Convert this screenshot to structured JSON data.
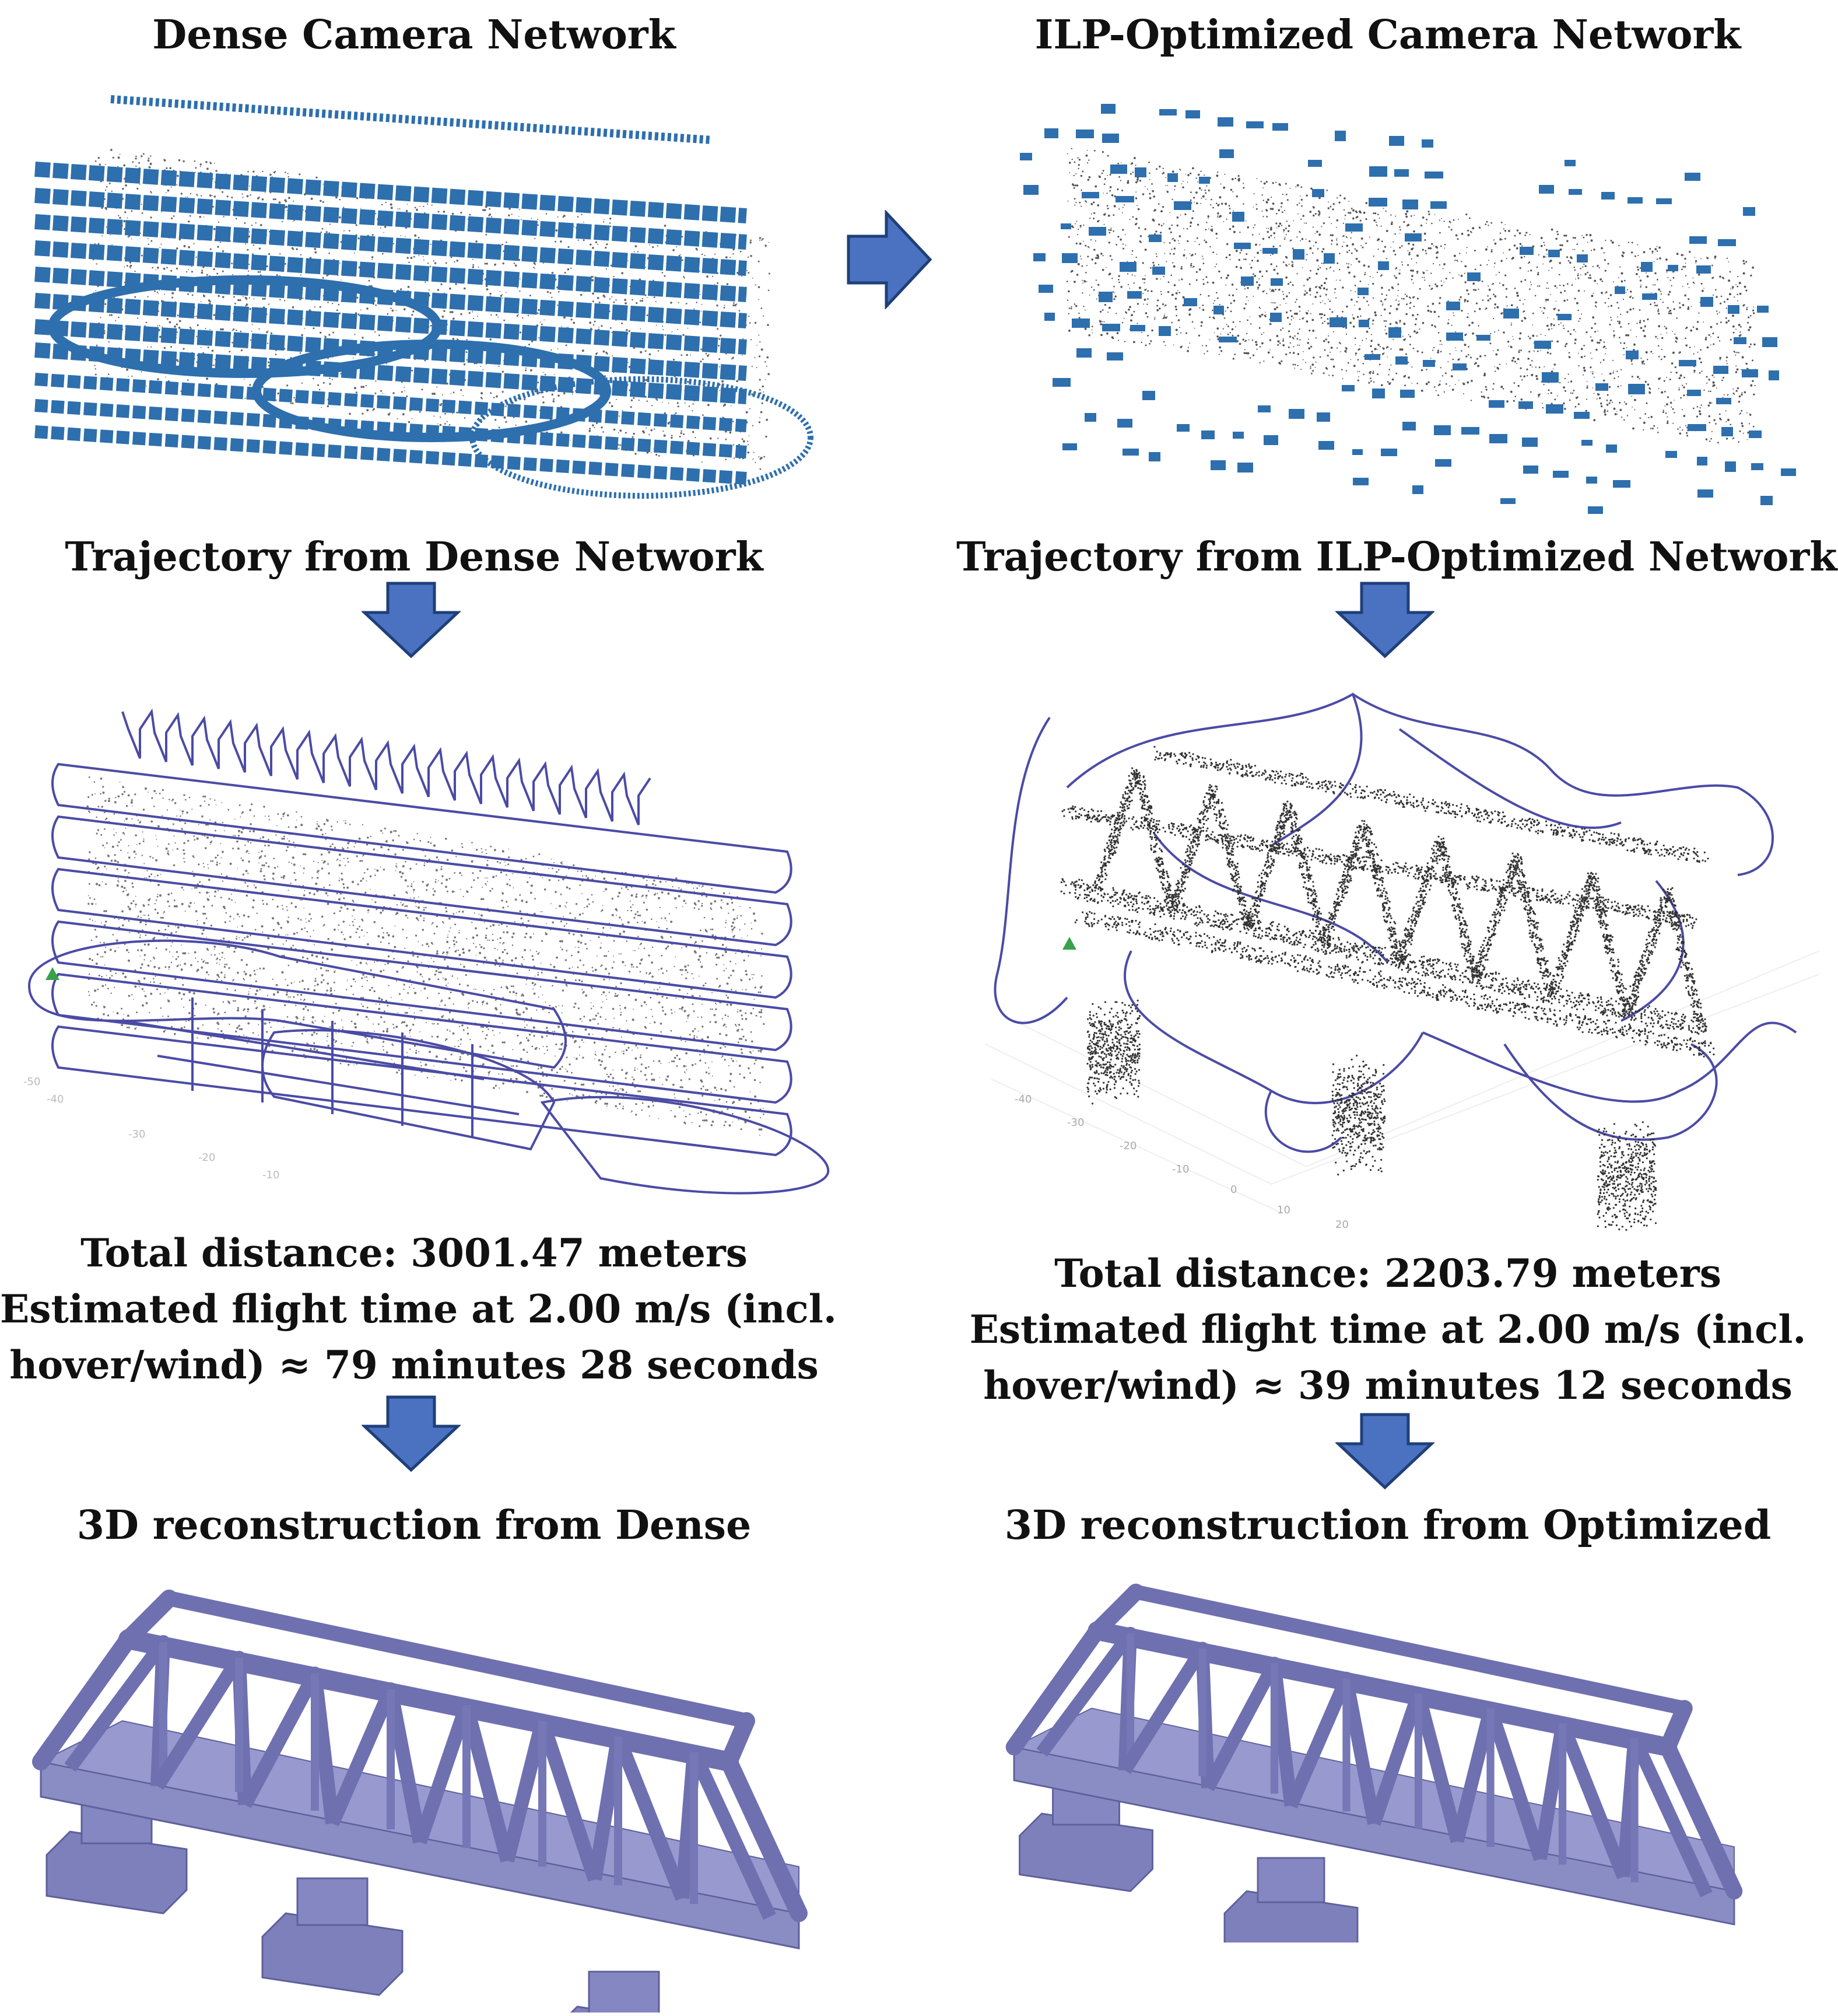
{
  "colors": {
    "camera_blue": "#2e6fae",
    "arrow_fill": "#4a72c0",
    "arrow_stroke": "#1f3f7a",
    "trajectory": "#4b4ba6",
    "bridge_mesh": "#8a8cc4",
    "point_cloud": "#555555"
  },
  "left": {
    "camera_title": "Dense Camera Network",
    "trajectory_title": "Trajectory from Dense Network",
    "stats": {
      "line1": "Total distance: 3001.47 meters",
      "line2": "Estimated flight time at 2.00 m/s (incl.",
      "line3": "hover/wind) ≈ 79 minutes 28 seconds"
    },
    "recon_title": "3D reconstruction from Dense",
    "axis_ticks": [
      "-50",
      "-40",
      "-30",
      "-20",
      "-10"
    ]
  },
  "right": {
    "camera_title": "ILP-Optimized Camera Network",
    "trajectory_title": "Trajectory from ILP-Optimized Network",
    "stats": {
      "line1": "Total distance: 2203.79 meters",
      "line2": "Estimated flight time at 2.00 m/s (incl.",
      "line3": "hover/wind) ≈ 39 minutes 12 seconds"
    },
    "recon_title": "3D reconstruction from Optimized",
    "axis_ticks": [
      "-40",
      "-30",
      "-20",
      "-10",
      "0",
      "10",
      "20"
    ]
  }
}
